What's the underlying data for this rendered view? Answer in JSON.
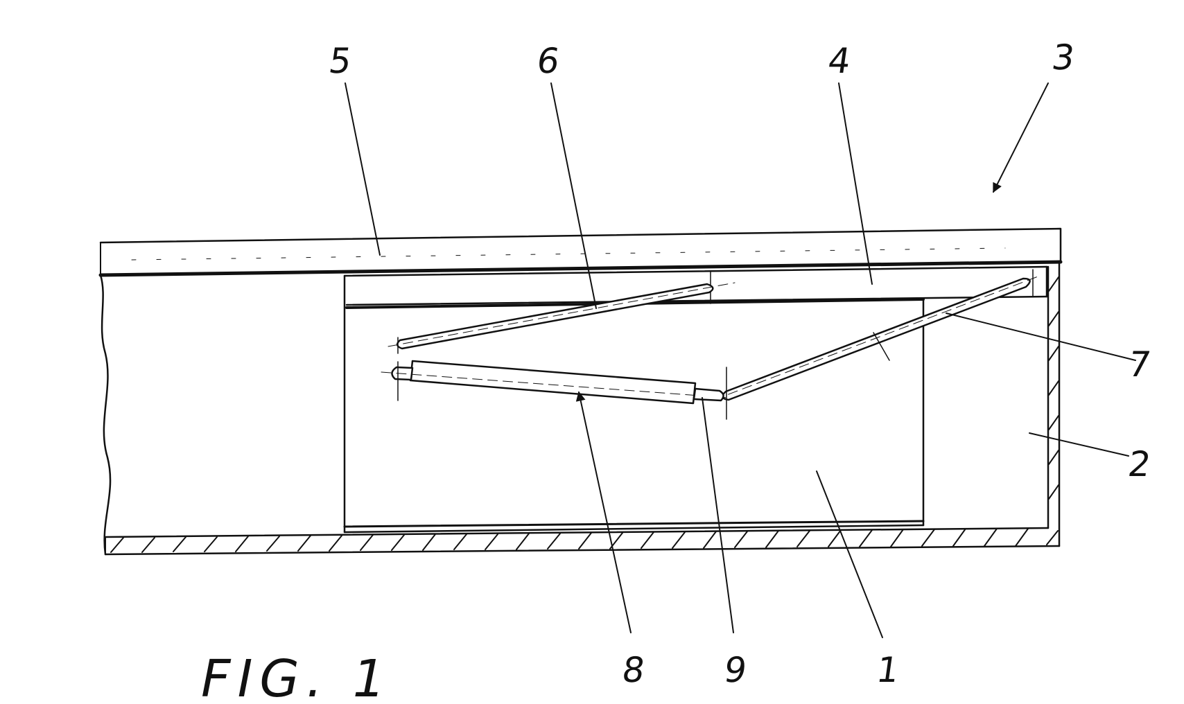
{
  "figure": {
    "caption": "FIG. 1",
    "line_color": "#111111",
    "background": "#ffffff"
  },
  "reference_numerals": [
    {
      "id": "ref-5",
      "text": "5"
    },
    {
      "id": "ref-6",
      "text": "6"
    },
    {
      "id": "ref-4",
      "text": "4"
    },
    {
      "id": "ref-3",
      "text": "3"
    },
    {
      "id": "ref-7",
      "text": "7"
    },
    {
      "id": "ref-2",
      "text": "2"
    },
    {
      "id": "ref-8",
      "text": "8"
    },
    {
      "id": "ref-9",
      "text": "9"
    },
    {
      "id": "ref-1",
      "text": "1"
    }
  ]
}
